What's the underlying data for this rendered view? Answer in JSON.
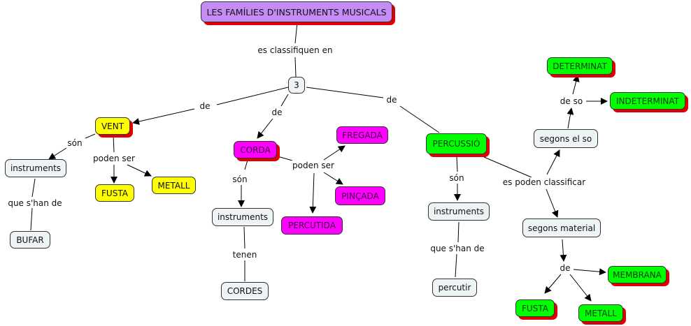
{
  "title": "LES FAMÍLIES D'INSTRUMENTS MUSICALS",
  "root_link": "es classifiquen en",
  "count_node": "3",
  "families": {
    "vent": {
      "name": "VENT",
      "link_from_count": "de",
      "son_label": "són",
      "instruments": "instruments",
      "que_label": "que s'han de",
      "action": "BUFAR",
      "poden_label": "poden ser",
      "types": [
        "FUSTA",
        "METALL"
      ]
    },
    "corda": {
      "name": "CORDA",
      "link_from_count": "de",
      "son_label": "són",
      "instruments": "instruments",
      "tenen_label": "tenen",
      "has": "CORDES",
      "poden_label": "poden ser",
      "types": [
        "FREGADA",
        "PINÇADA",
        "PERCUTIDA"
      ]
    },
    "percussio": {
      "name": "PERCUSSIÓ",
      "link_from_count": "de",
      "son_label": "són",
      "instruments": "instruments",
      "que_label": "que s'han de",
      "action": "percutir",
      "classify_label": "es poden classificar",
      "by_sound": {
        "node": "segons el so",
        "link": "de so",
        "types": [
          "DETERMINAT",
          "INDETERMINAT"
        ]
      },
      "by_material": {
        "node": "segons material",
        "link": "de",
        "types": [
          "MEMBRANA",
          "FUSTA",
          "METALL"
        ]
      }
    }
  },
  "colors": {
    "title": "#c58cf5",
    "vent": "#ffff00",
    "corda": "#ff00ff",
    "percussio": "#00ff00",
    "plain": "#eef3f5",
    "shadow": "#e00000"
  }
}
